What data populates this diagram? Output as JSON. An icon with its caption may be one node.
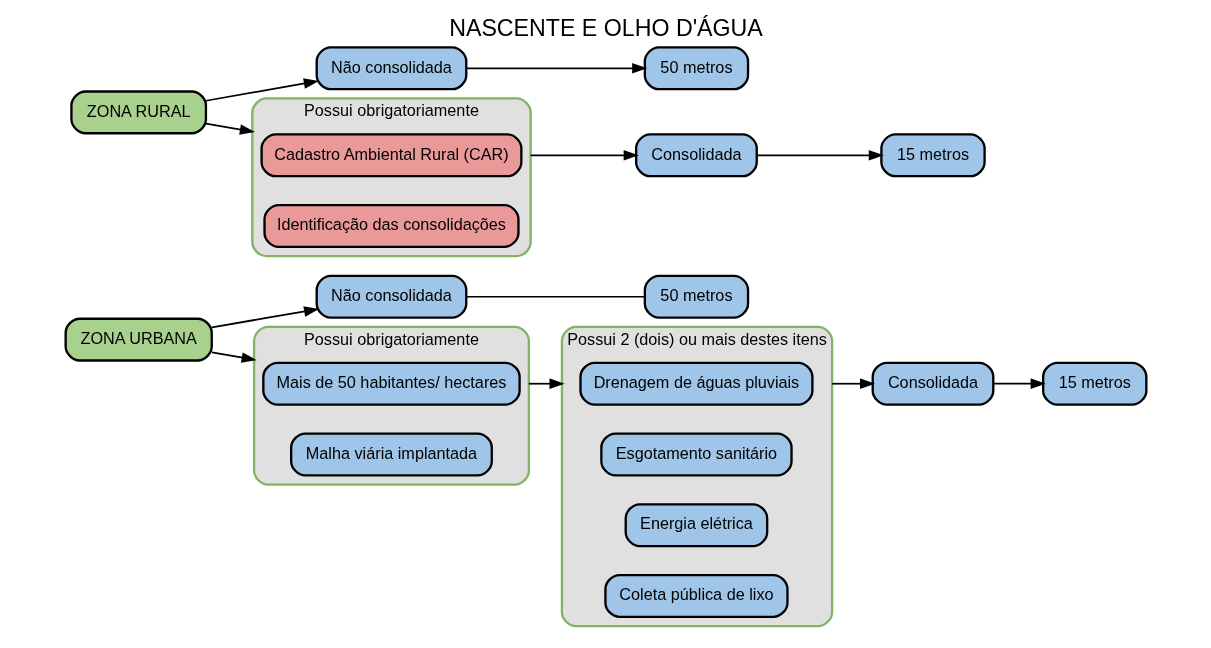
{
  "diagram": {
    "title": "NASCENTE E OLHO D'ÁGUA",
    "nodes": [
      {
        "text": [
          "ZONA URBANA"
        ]
      },
      {
        "text": [
          "Não consolidada"
        ]
      },
      {
        "text": [
          "Possui obrigatoriamente"
        ]
      },
      {
        "text": [
          "Mais de 50 habitantes/ hectares"
        ],
        "in": 2
      },
      {
        "text": [
          "Malha viária implantada"
        ],
        "in": 2
      },
      {
        "text": [
          "Possui 2 (dois) ou mais destes itens"
        ]
      },
      {
        "text": [
          "Drenagem de águas pluviais"
        ],
        "in": 5
      },
      {
        "text": [
          "Esgotamento sanitário"
        ],
        "in": 5
      },
      {
        "text": [
          "Energia elétrica"
        ],
        "in": 5
      },
      {
        "text": [
          "Coleta pública de lixo"
        ],
        "in": 5
      },
      {
        "text": [
          "50 metros"
        ]
      },
      {
        "text": [
          "Consolidada"
        ]
      },
      {
        "text": [
          "15 metros"
        ]
      },
      {
        "text": [
          "ZONA RURAL"
        ]
      },
      {
        "text": [
          "Não consolidada"
        ]
      },
      {
        "text": [
          "Possui obrigatoriamente"
        ]
      },
      {
        "text": [
          "Cadastro Ambiental Rural (CAR)"
        ],
        "in": 15
      },
      {
        "text": [
          "Identificação das consolidações"
        ],
        "in": 15
      },
      {
        "text": [
          "Consolidada"
        ]
      },
      {
        "text": [
          "50 metros"
        ]
      },
      {
        "text": [
          "15 metros"
        ]
      }
    ],
    "edges": [
      {
        "from": 0,
        "to": 1,
        "arrow": "to"
      },
      {
        "from": 0,
        "to": 2,
        "arrow": "to"
      },
      {
        "from": 1,
        "to": 10,
        "arrow": "none"
      },
      {
        "from": 2,
        "to": 5,
        "arrow": "to"
      },
      {
        "from": 5,
        "to": 11,
        "arrow": "to"
      },
      {
        "from": 11,
        "to": 12,
        "arrow": "to"
      },
      {
        "from": 13,
        "to": 14,
        "arrow": "to"
      },
      {
        "from": 13,
        "to": 15,
        "arrow": "to"
      },
      {
        "from": 14,
        "to": 19,
        "arrow": "to"
      },
      {
        "from": 15,
        "to": 18,
        "arrow": "to"
      },
      {
        "from": 18,
        "to": 20,
        "arrow": "to"
      }
    ]
  }
}
